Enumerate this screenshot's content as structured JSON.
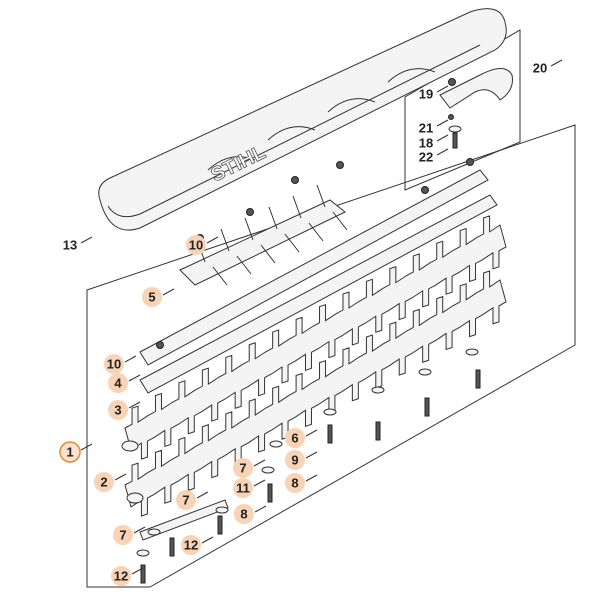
{
  "diagram": {
    "title": "Hedge trimmer cutting blade assembly (exploded view)",
    "brand_on_cover": "STIHL",
    "highlight_color": "#f8d3b5",
    "highlight_outline_color": "#e8893a",
    "labels": {
      "l20": "20",
      "l19": "19",
      "l21": "21",
      "l18": "18",
      "l22": "22",
      "l13": "13",
      "l10a": "10",
      "l5": "5",
      "l10b": "10",
      "l4": "4",
      "l3": "3",
      "l1": "1",
      "l2": "2",
      "l6": "6",
      "l9": "9",
      "l7a": "7",
      "l11": "11",
      "l8a": "8",
      "l7b": "7",
      "l8b": "8",
      "l7c": "7",
      "l12a": "12",
      "l12b": "12"
    }
  }
}
